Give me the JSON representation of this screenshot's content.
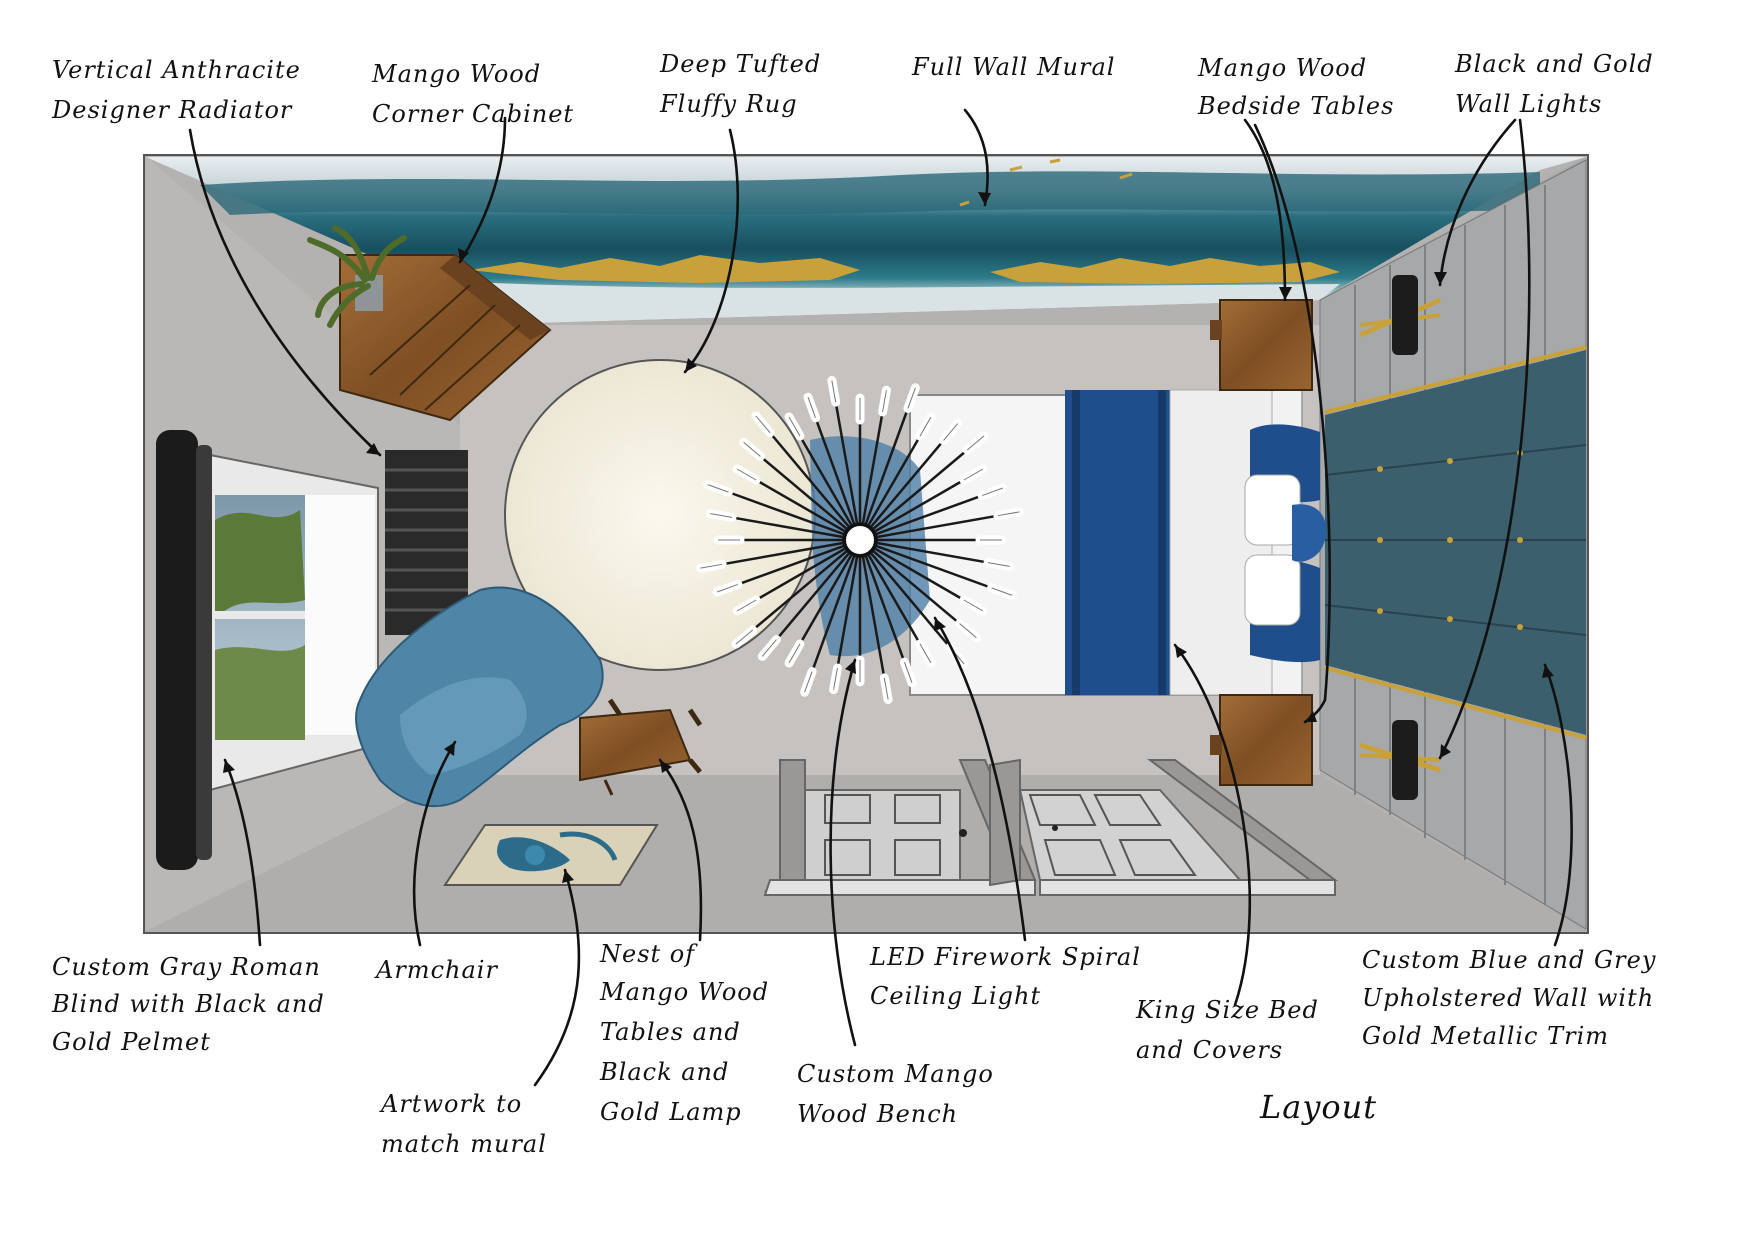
{
  "labels": {
    "radiator": [
      "Vertical Anthracite",
      "Designer Radiator"
    ],
    "corner_cabinet": [
      "Mango Wood",
      "Corner Cabinet"
    ],
    "rug": [
      "Deep  Tufted",
      "Fluffy Rug"
    ],
    "mural": [
      "Full Wall Mural"
    ],
    "bedside_tables": [
      "Mango Wood",
      "Bedside Tables"
    ],
    "wall_lights": [
      "Black and Gold",
      "Wall Lights"
    ],
    "roman_blind": [
      "Custom Gray Roman",
      "Blind with Black and",
      "Gold Pelmet"
    ],
    "armchair": [
      "Armchair"
    ],
    "artwork": [
      "Artwork to",
      "match mural"
    ],
    "nest_tables": [
      "Nest  of",
      "Mango Wood",
      "Tables and",
      "Black and",
      "Gold Lamp"
    ],
    "bench": [
      "Custom Mango",
      "Wood Bench"
    ],
    "ceiling_light": [
      "LED Firework Spiral",
      "Ceiling Light"
    ],
    "bed": [
      "King Size  Bed",
      "and Covers"
    ],
    "upholstered_wall": [
      "Custom Blue and Grey",
      "Upholstered Wall with",
      "Gold Metallic Trim"
    ]
  },
  "caption": "Layout",
  "colors": {
    "wall_grey": "#b4b2b1",
    "floor_grey": "#a8a6a5",
    "carpet": "#bdbab8",
    "mural_teal": "#1f5f6e",
    "mural_gold": "#c9a13a",
    "mango_wood": "#8a5a2b",
    "rug_cream": "#f4f1e4",
    "bed_blue": "#1f4e8c",
    "armchair_blue": "#4f86a8",
    "headboard_teal": "#3b5f6d",
    "radiator_black": "#2a2a2a"
  }
}
